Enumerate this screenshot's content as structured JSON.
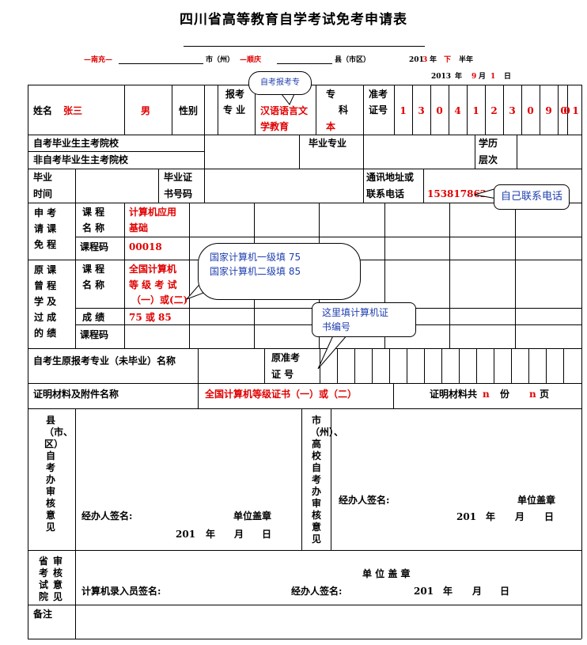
{
  "title": "四川省高等教育自学考试免考申请表",
  "header": {
    "city_value": "—南充—",
    "city_suffix": "市（州）",
    "county_value": "—顺庆",
    "county_suffix": "县（市区）",
    "year": "201",
    "year_red": "3",
    "year_label": "年",
    "half": "下",
    "half_label": "半年",
    "date_year": "2013",
    "date_year_label": "年",
    "date_month": "9",
    "date_month_label": "月",
    "date_day": "1",
    "date_day_label": "日"
  },
  "row1": {
    "name_label": "姓名",
    "name_value": "张三",
    "gender_value": "男",
    "gender_label": "性别",
    "major_label_1": "报考",
    "major_label_2": "专 业",
    "major_value_1": "汉语语言文",
    "major_value_2": "学教育",
    "level_label_1": "专",
    "level_label_2": "科",
    "level_value": "本",
    "exam_no_label_1": "准考",
    "exam_no_label_2": "证号",
    "exam_no_digits": [
      "1",
      "3",
      "0",
      "4",
      "1",
      "2",
      "3",
      "0",
      "9",
      "0",
      "0",
      "1"
    ]
  },
  "row2": {
    "grad_school_label": "自考毕业生主考院校",
    "non_grad_school_label": "非自考毕业生主考院校",
    "grad_major_label": "毕业专业",
    "degree_label_1": "学历",
    "degree_label_2": "层次"
  },
  "row3": {
    "grad_time_1": "毕业",
    "grad_time_2": "时间",
    "cert_no_1": "毕业证",
    "cert_no_2": "书号码",
    "contact_1": "通讯地址或",
    "contact_2": "联系电话",
    "contact_value": "15381786212"
  },
  "apply": {
    "side_1": "申 考",
    "side_2": "请 课",
    "side_3": "免 程",
    "course_name_1": "课 程",
    "course_name_2": "名 称",
    "course_name_value_1": "计算机应用",
    "course_name_value_2": "基础",
    "course_code_label": "课程码",
    "course_code_value": "00018"
  },
  "passed": {
    "side_1": "原 课",
    "side_2": "曾 程",
    "side_3": "学 及",
    "side_4": "过 成",
    "side_5": "的 绩",
    "course_name_1": "课 程",
    "course_name_2": "名 称",
    "course_name_value_1": "全国计算机",
    "course_name_value_2": "等 级 考 试",
    "course_name_value_3": "（一）或(二)",
    "score_label": "成 绩",
    "score_value": "75 或 85",
    "course_code_label": "课程码"
  },
  "row_original": {
    "label": "自考生原报考专业（未毕业）名称",
    "exam_no_1": "原准考",
    "exam_no_2": "证 号"
  },
  "row_materials": {
    "label": "证明材料及附件名称",
    "value": "全国计算机等级证书（一）或（二）",
    "count_label": "证明材料共",
    "count_value": "n",
    "count_unit": "份",
    "page_value": "n",
    "page_unit": "页"
  },
  "county_review": {
    "side": "县（市、区）自考办审核意见",
    "signer": "经办人签名:",
    "seal": "单位盖章",
    "year": "201",
    "y": "年",
    "m": "月",
    "d": "日"
  },
  "city_review": {
    "side": "市（州）、高校自考办审核意见",
    "signer": "经办人签名:",
    "seal": "单位盖章",
    "year": "201",
    "y": "年",
    "m": "月",
    "d": "日"
  },
  "province_review": {
    "side_1": "省考试院",
    "side_2": "审核意见",
    "computer_signer": "计算机录入员签名:",
    "signer": "经办人签名:",
    "seal": "单 位 盖 章",
    "year": "201",
    "y": "年",
    "m": "月",
    "d": "日"
  },
  "remarks": {
    "label": "备注"
  },
  "callouts": {
    "major_hint": "自考报考专",
    "phone_hint": "自己联系电话",
    "level_hint_1": "国家计算机一级填 75",
    "level_hint_2": "国家计算机二级填 85",
    "cert_hint_1": "这里填计算机证",
    "cert_hint_2": "书编号"
  }
}
